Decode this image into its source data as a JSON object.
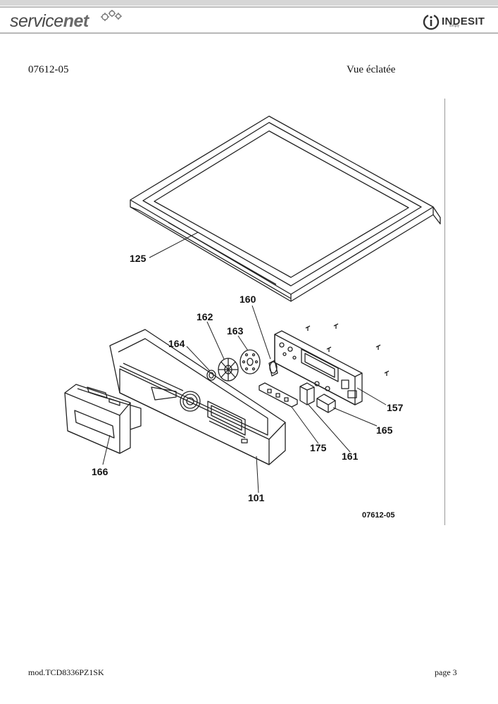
{
  "header": {
    "brand_part1": "service",
    "brand_part2": "net",
    "logo_name": "INDESIT",
    "logo_tagline": "simply",
    "document_code": "07612-05",
    "document_title": "Vue éclatée"
  },
  "drawing": {
    "drawing_code": "07612-05",
    "callouts": {
      "top_cover": "125",
      "knob_160": "160",
      "knob_162": "162",
      "knob_163": "163",
      "knob_164": "164",
      "board_157": "157",
      "switch_165": "165",
      "button_175": "175",
      "button_161": "161",
      "drawer_166": "166",
      "panel_101": "101"
    }
  },
  "footer": {
    "model": "mod.TCD8336PZ1SK",
    "page": "page 3"
  },
  "colors": {
    "rule": "#b8b8b8",
    "line": "#222222"
  }
}
